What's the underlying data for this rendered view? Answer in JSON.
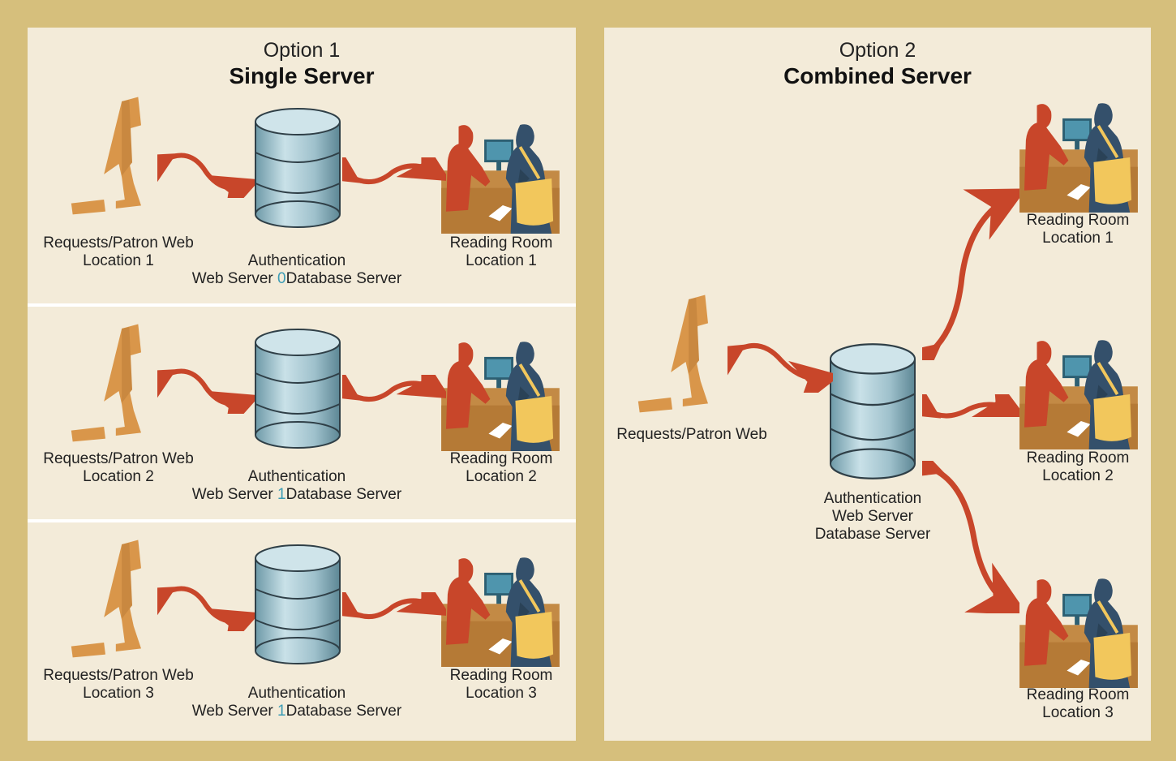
{
  "option1": {
    "heading": "Option 1",
    "title": "Single Server",
    "rows": [
      {
        "patron_label": "Requests/Patron Web",
        "patron_location": "Location 1",
        "server_line1": "Authentication",
        "server_line2a": "Web Server ",
        "server_sep": "0",
        "server_line2b": "Database Server",
        "room_label": "Reading Room",
        "room_location": "Location 1"
      },
      {
        "patron_label": "Requests/Patron Web",
        "patron_location": "Location 2",
        "server_line1": "Authentication",
        "server_line2a": "Web Server ",
        "server_sep": "1",
        "server_line2b": "Database Server",
        "room_label": "Reading Room",
        "room_location": "Location 2"
      },
      {
        "patron_label": "Requests/Patron Web",
        "patron_location": "Location 3",
        "server_line1": "Authentication",
        "server_line2a": "Web Server ",
        "server_sep": "1",
        "server_line2b": "Database Server",
        "room_label": "Reading Room",
        "room_location": "Location 3"
      }
    ]
  },
  "option2": {
    "heading": "Option 2",
    "title": "Combined Server",
    "patron_label": "Requests/Patron Web",
    "server_line1": "Authentication",
    "server_line2": "Web Server",
    "server_line3": "Database Server",
    "rooms": [
      {
        "label": "Reading Room",
        "location": "Location 1"
      },
      {
        "label": "Reading Room",
        "location": "Location 2"
      },
      {
        "label": "Reading Room",
        "location": "Location 3"
      }
    ]
  },
  "colors": {
    "frame": "#d6bf7c",
    "panel": "#f3ebd9",
    "arrow": "#c8462a",
    "monitor": "#d9964a",
    "cylinder": "#a9ccd6",
    "librarian": "#c8462a",
    "patron": "#34506b",
    "bag": "#f2c75c",
    "separator_accent": "#3b9cb5"
  },
  "icons": [
    "monitor-icon",
    "database-cylinder-icon",
    "reading-room-icon",
    "double-arrow-icon"
  ]
}
